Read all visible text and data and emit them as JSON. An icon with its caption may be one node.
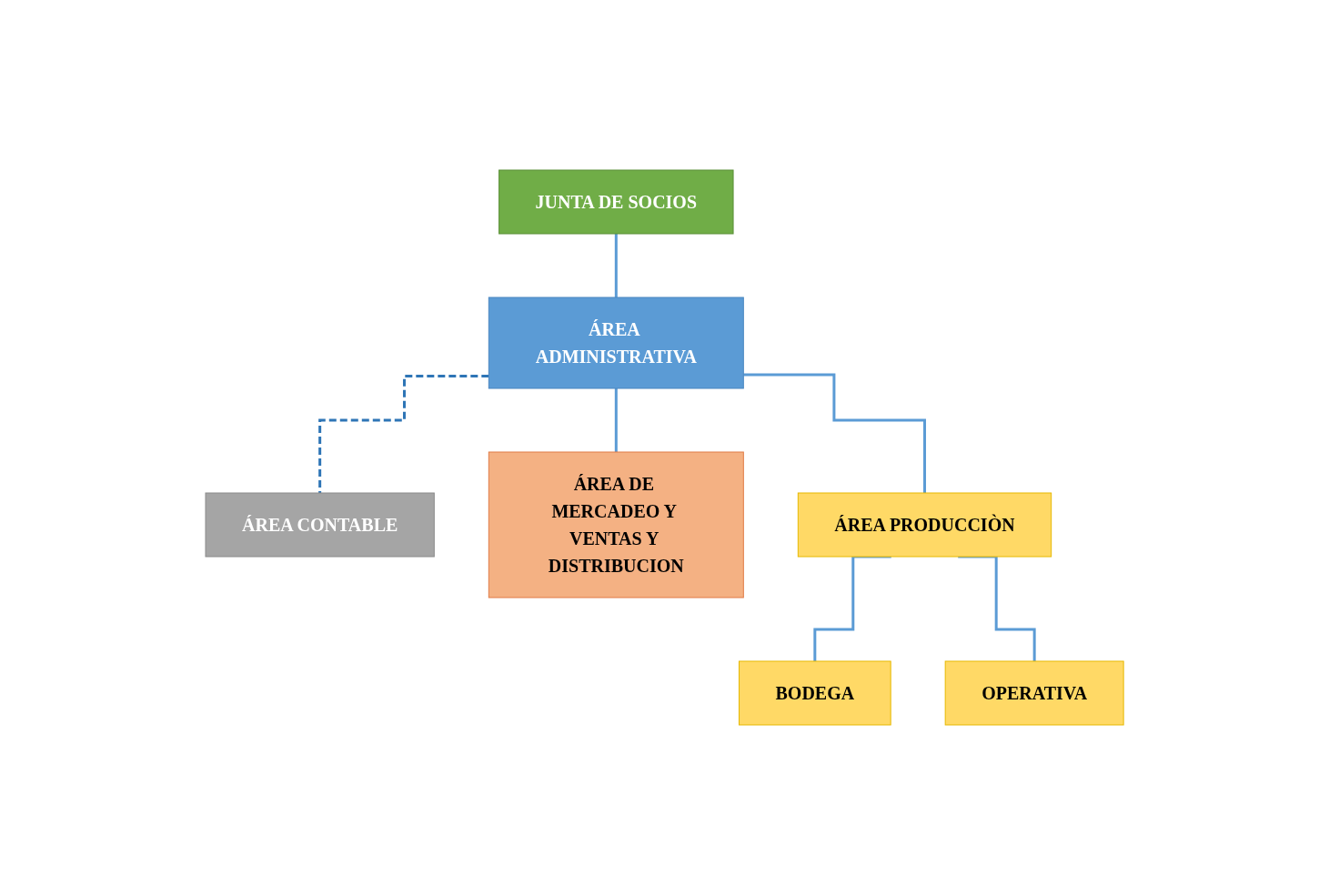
{
  "diagram": {
    "nodes": [
      {
        "text": [
          "JUNTA DE SOCIOS"
        ]
      },
      {
        "text": [
          "ÁREA ADMINISTRATIVA"
        ]
      },
      {
        "text": [
          "ÁREA CONTABLE"
        ]
      },
      {
        "text": [
          "ÁREA DE MERCADEO Y VENTAS Y DISTRIBUCION"
        ]
      },
      {
        "text": [
          "ÁREA PRODUCCIÒN"
        ]
      },
      {
        "text": [
          "BODEGA"
        ]
      },
      {
        "text": [
          "OPERATIVA"
        ]
      }
    ],
    "edges": [
      {
        "from": 0,
        "to": 1,
        "arrow": "none"
      },
      {
        "from": 1,
        "to": 2,
        "arrow": "none",
        "style": "dashed",
        "color": "#2e75b6"
      },
      {
        "from": 1,
        "to": 3,
        "arrow": "none"
      },
      {
        "from": 1,
        "to": 4,
        "arrow": "none"
      },
      {
        "from": 4,
        "to": 5,
        "arrow": "none"
      },
      {
        "from": 4,
        "to": 6,
        "arrow": "none"
      }
    ]
  }
}
